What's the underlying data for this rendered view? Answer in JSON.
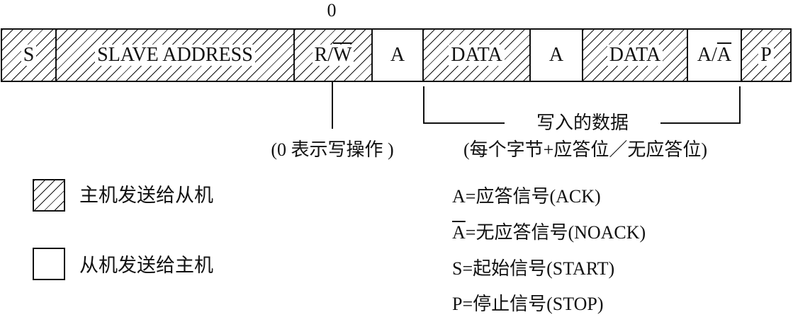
{
  "rw_bit_value": "0",
  "frame": {
    "fields": [
      {
        "label": "S",
        "hatched": true
      },
      {
        "label": "SLAVE ADDRESS",
        "hatched": true
      },
      {
        "prefix": "R/",
        "overlined": "W",
        "hatched": true
      },
      {
        "label": "A",
        "hatched": false
      },
      {
        "label": "DATA",
        "hatched": true
      },
      {
        "label": "A",
        "hatched": false
      },
      {
        "label": "DATA",
        "hatched": true
      },
      {
        "prefix": "A/",
        "overlined": "A",
        "hatched": false
      },
      {
        "label": "P",
        "hatched": true
      }
    ]
  },
  "annotations": {
    "write_op": "(0 表示写操作 )",
    "data_title": "写入的数据",
    "data_note": "(每个字节+应答位／无应答位)"
  },
  "legend": {
    "master_to_slave": "主机发送给从机",
    "slave_to_master": "从机发送给主机"
  },
  "definitions": {
    "ack": "A=应答信号(ACK)",
    "noack_bar": "A",
    "noack_rest": "=无应答信号(NOACK)",
    "start": "S=起始信号(START)",
    "stop": "P=停止信号(STOP)"
  }
}
